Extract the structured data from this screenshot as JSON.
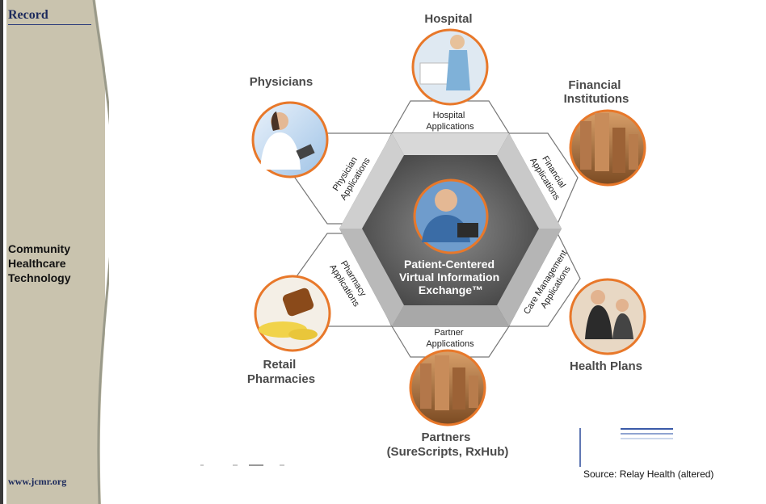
{
  "sidebar": {
    "title": "Record",
    "organization_lines": [
      "Community",
      "Healthcare",
      "Technology"
    ],
    "url": "www.jcmr.org"
  },
  "diagram": {
    "center_label": [
      "Patient-Centered",
      "Virtual Information",
      "Exchange™"
    ],
    "nodes": {
      "hospital": {
        "label": [
          "Hospital"
        ],
        "app": [
          "Hospital",
          "Applications"
        ]
      },
      "physicians": {
        "label": [
          "Physicians"
        ],
        "app": [
          "Physician",
          "Applications"
        ]
      },
      "financial": {
        "label": [
          "Financial",
          "Institutions"
        ],
        "app": [
          "Financial",
          "Applications"
        ]
      },
      "pharmacies": {
        "label": [
          "Retail",
          "Pharmacies"
        ],
        "app": [
          "Pharmacy",
          "Applications"
        ]
      },
      "health_plans": {
        "label": [
          "Health Plans"
        ],
        "app": [
          "Care Management",
          "Applications"
        ]
      },
      "partners": {
        "label": [
          "Partners",
          "(SureScripts, RxHub)"
        ],
        "app": [
          "Partner",
          "Applications"
        ]
      }
    }
  },
  "source": "Source: Relay Health (altered)",
  "colors": {
    "accent_orange": "#e8782a",
    "sidebar_tan": "#c9c3ae",
    "sidebar_dark": "#3b3b3b",
    "hex_dark": "#5a5a5a"
  }
}
